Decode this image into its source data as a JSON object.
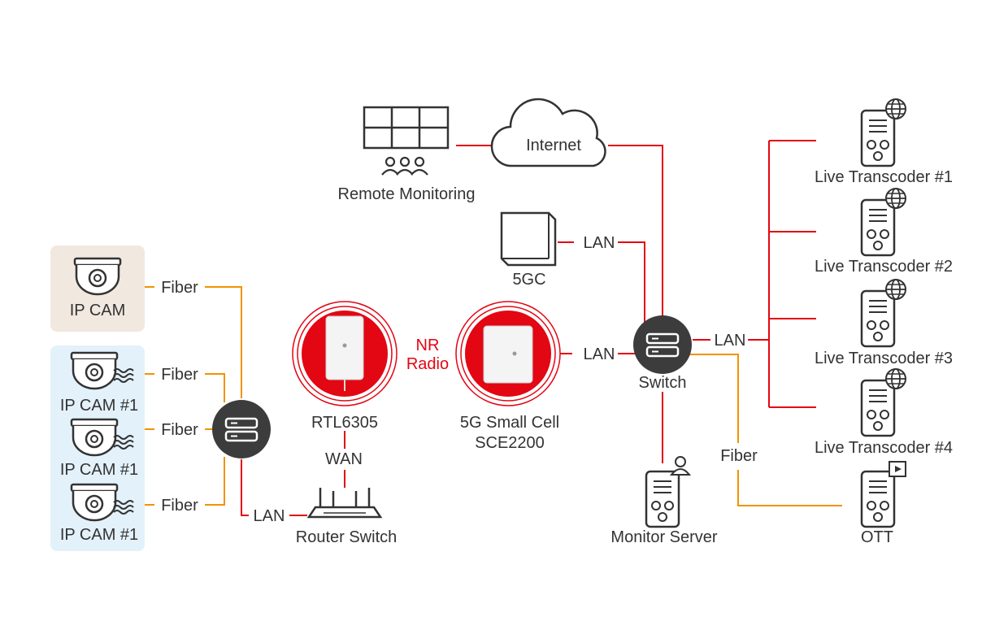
{
  "colors": {
    "red": "#e30613",
    "orange": "#f39200",
    "gray": "#333333",
    "dark_hub": "#3c3c3c",
    "cam_box_beige": "#f1e8e0",
    "cam_box_blue": "#e3f1fa"
  },
  "nodes": {
    "ip_cam_single": "IP CAM",
    "ip_cam_1": "IP CAM #1",
    "ip_cam_2": "IP CAM #1",
    "ip_cam_3": "IP CAM #1",
    "rtl": "RTL6305",
    "small_cell_1": "5G Small Cell",
    "small_cell_2": "SCE2200",
    "router": "Router Switch",
    "remote": "Remote Monitoring",
    "internet": "Internet",
    "core": "5GC",
    "switch": "Switch",
    "monitor": "Monitor Server",
    "tx1": "Live Transcoder #1",
    "tx2": "Live Transcoder #2",
    "tx3": "Live Transcoder #3",
    "tx4": "Live Transcoder #4",
    "ott": "OTT"
  },
  "links": {
    "fiber_cam": "Fiber",
    "fiber_cam1": "Fiber",
    "fiber_cam2": "Fiber",
    "fiber_cam3": "Fiber",
    "lan_router": "LAN",
    "wan": "WAN",
    "nr_1": "NR",
    "nr_2": "Radio",
    "lan_cell": "LAN",
    "lan_5gc": "LAN",
    "lan_tx": "LAN",
    "fiber_ott": "Fiber"
  },
  "icons": {
    "cam": "dome-camera-icon",
    "hub": "network-hub-icon",
    "router": "router-icon",
    "monitor_wall": "video-wall-icon",
    "people": "people-icon",
    "cloud": "cloud-icon",
    "box": "server-box-icon",
    "server": "server-icon",
    "globe": "globe-icon",
    "play": "play-icon",
    "user": "user-icon"
  }
}
